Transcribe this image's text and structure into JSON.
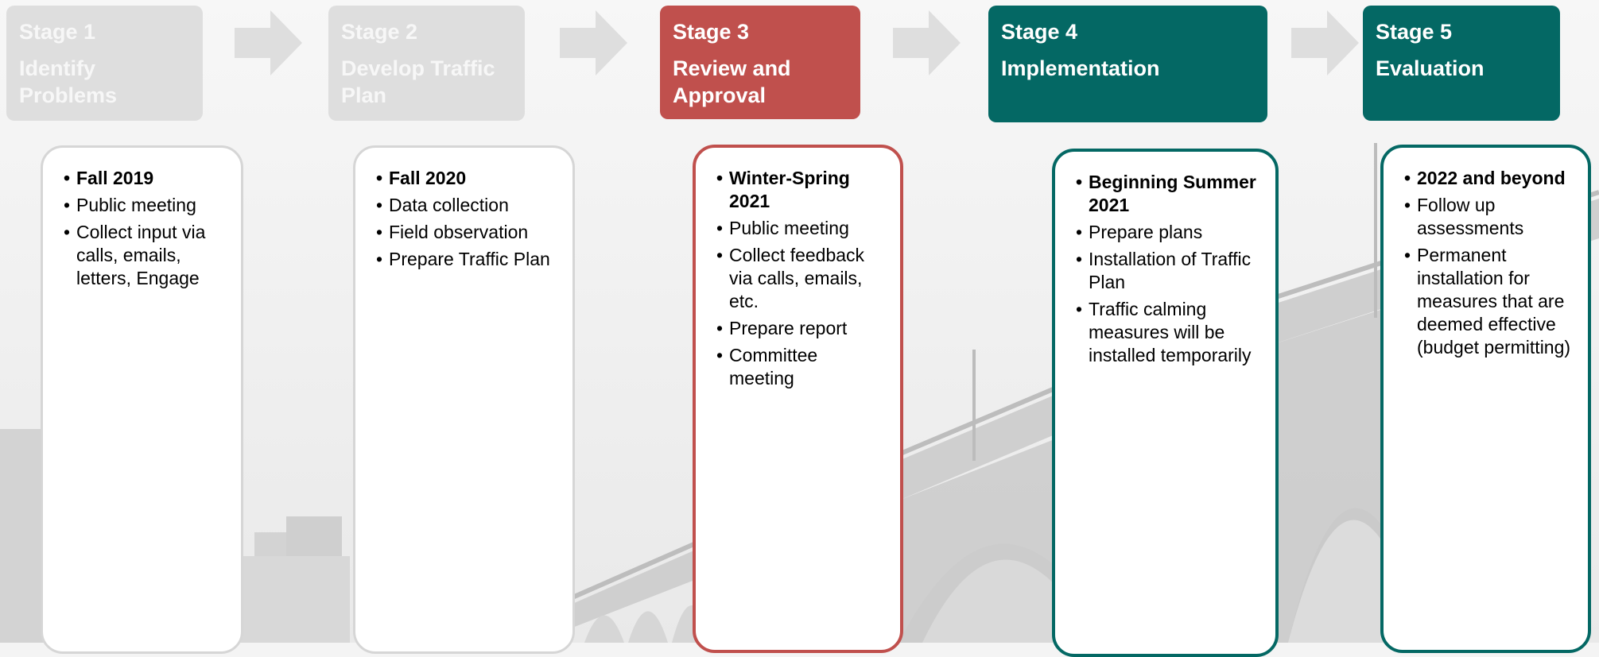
{
  "stages": [
    {
      "number": "Stage 1",
      "name": "Identify Problems",
      "items": [
        "Fall 2019",
        "Public meeting",
        "Collect input via calls, emails, letters, Engage"
      ]
    },
    {
      "number": "Stage 2",
      "name": "Develop Traffic Plan",
      "items": [
        "Fall 2020",
        "Data collection",
        "Field observation",
        "Prepare Traffic Plan"
      ]
    },
    {
      "number": "Stage 3",
      "name": "Review and Approval",
      "items": [
        "Winter-Spring 2021",
        "Public meeting",
        "Collect feedback via calls, emails, etc.",
        "Prepare report",
        "Committee meeting"
      ]
    },
    {
      "number": "Stage 4",
      "name": "Implementation",
      "items": [
        "Beginning Summer 2021",
        "Prepare plans",
        "Installation of Traffic Plan",
        "Traffic calming measures will be installed temporarily"
      ]
    },
    {
      "number": "Stage 5",
      "name": "Evaluation",
      "items": [
        "2022 and beyond",
        "Follow up assessments",
        "Permanent installation for measures that are deemed effective (budget permitting)"
      ]
    }
  ],
  "colors": {
    "inactive_header": "#dedede",
    "inactive_text": "#f7f7f7",
    "active_red": "#c0504d",
    "teal": "#046864",
    "arrow": "#dedede",
    "card_border_gray": "#d6d6d6"
  }
}
